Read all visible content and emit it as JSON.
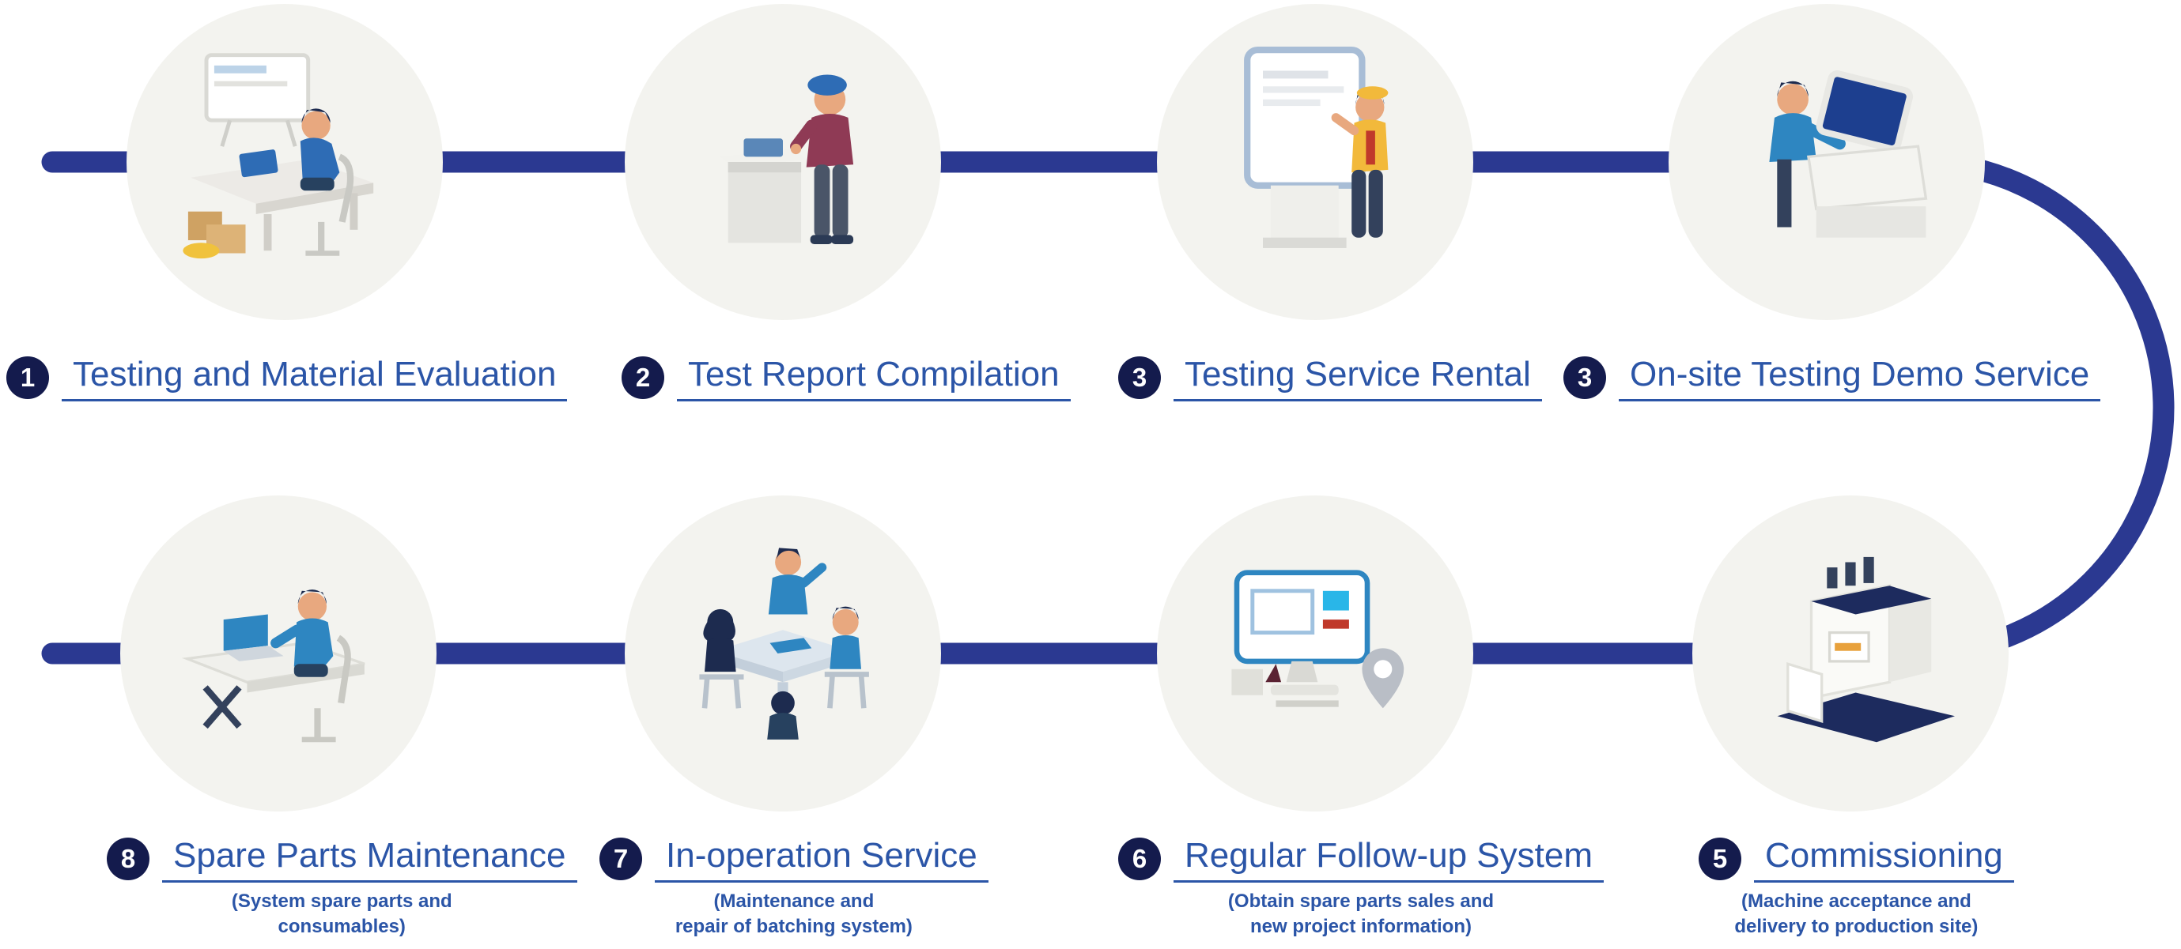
{
  "colors": {
    "connector_line": "#2b3991",
    "badge_background": "#141b4d",
    "title_text": "#2b55a7",
    "circle_background": "#f3f3ef"
  },
  "steps": [
    {
      "number": "1",
      "title": "Testing and Material Evaluation"
    },
    {
      "number": "2",
      "title": "Test Report Compilation"
    },
    {
      "number": "3",
      "title": "Testing Service Rental"
    },
    {
      "number": "3",
      "title": "On-site Testing Demo Service"
    },
    {
      "number": "8",
      "title": "Spare Parts Maintenance",
      "subtitle_line1": "(System spare parts and",
      "subtitle_line2": "consumables)"
    },
    {
      "number": "7",
      "title": "In-operation Service",
      "subtitle_line1": "(Maintenance and",
      "subtitle_line2": "repair of batching system)"
    },
    {
      "number": "6",
      "title": "Regular Follow-up System",
      "subtitle_line1": "(Obtain spare parts sales and",
      "subtitle_line2": "new project information)"
    },
    {
      "number": "5",
      "title": "Commissioning",
      "subtitle_line1": "(Machine acceptance and",
      "subtitle_line2": "delivery to production site)"
    }
  ]
}
